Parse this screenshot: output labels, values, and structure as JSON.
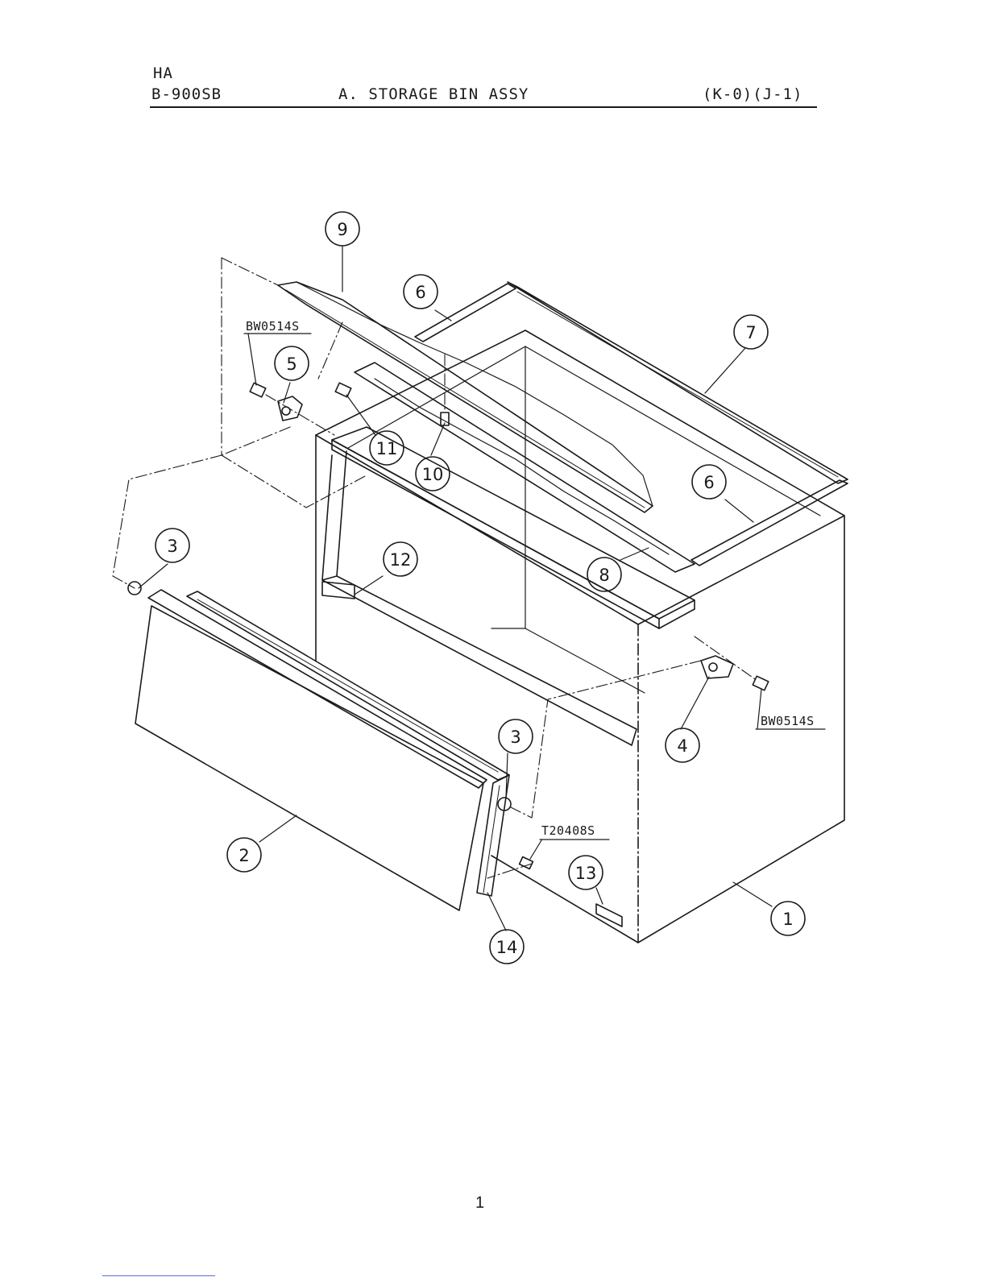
{
  "header": {
    "brand": "HA",
    "model": "B-900SB",
    "title": "A. STORAGE BIN ASSY",
    "revision": "(K-0)(J-1)"
  },
  "callouts": [
    {
      "id": "c1",
      "label": "1"
    },
    {
      "id": "c2",
      "label": "2"
    },
    {
      "id": "c3a",
      "label": "3"
    },
    {
      "id": "c3b",
      "label": "3"
    },
    {
      "id": "c4",
      "label": "4"
    },
    {
      "id": "c5",
      "label": "5"
    },
    {
      "id": "c6a",
      "label": "6"
    },
    {
      "id": "c6b",
      "label": "6"
    },
    {
      "id": "c7",
      "label": "7"
    },
    {
      "id": "c8",
      "label": "8"
    },
    {
      "id": "c9",
      "label": "9"
    },
    {
      "id": "c10",
      "label": "10"
    },
    {
      "id": "c11",
      "label": "11"
    },
    {
      "id": "c12",
      "label": "12"
    },
    {
      "id": "c13",
      "label": "13"
    },
    {
      "id": "c14",
      "label": "14"
    }
  ],
  "part_codes": {
    "screw_left": "BW0514S",
    "screw_right": "BW0514S",
    "screw_bottom": "T20408S"
  },
  "footer": {
    "page_number": "1"
  }
}
